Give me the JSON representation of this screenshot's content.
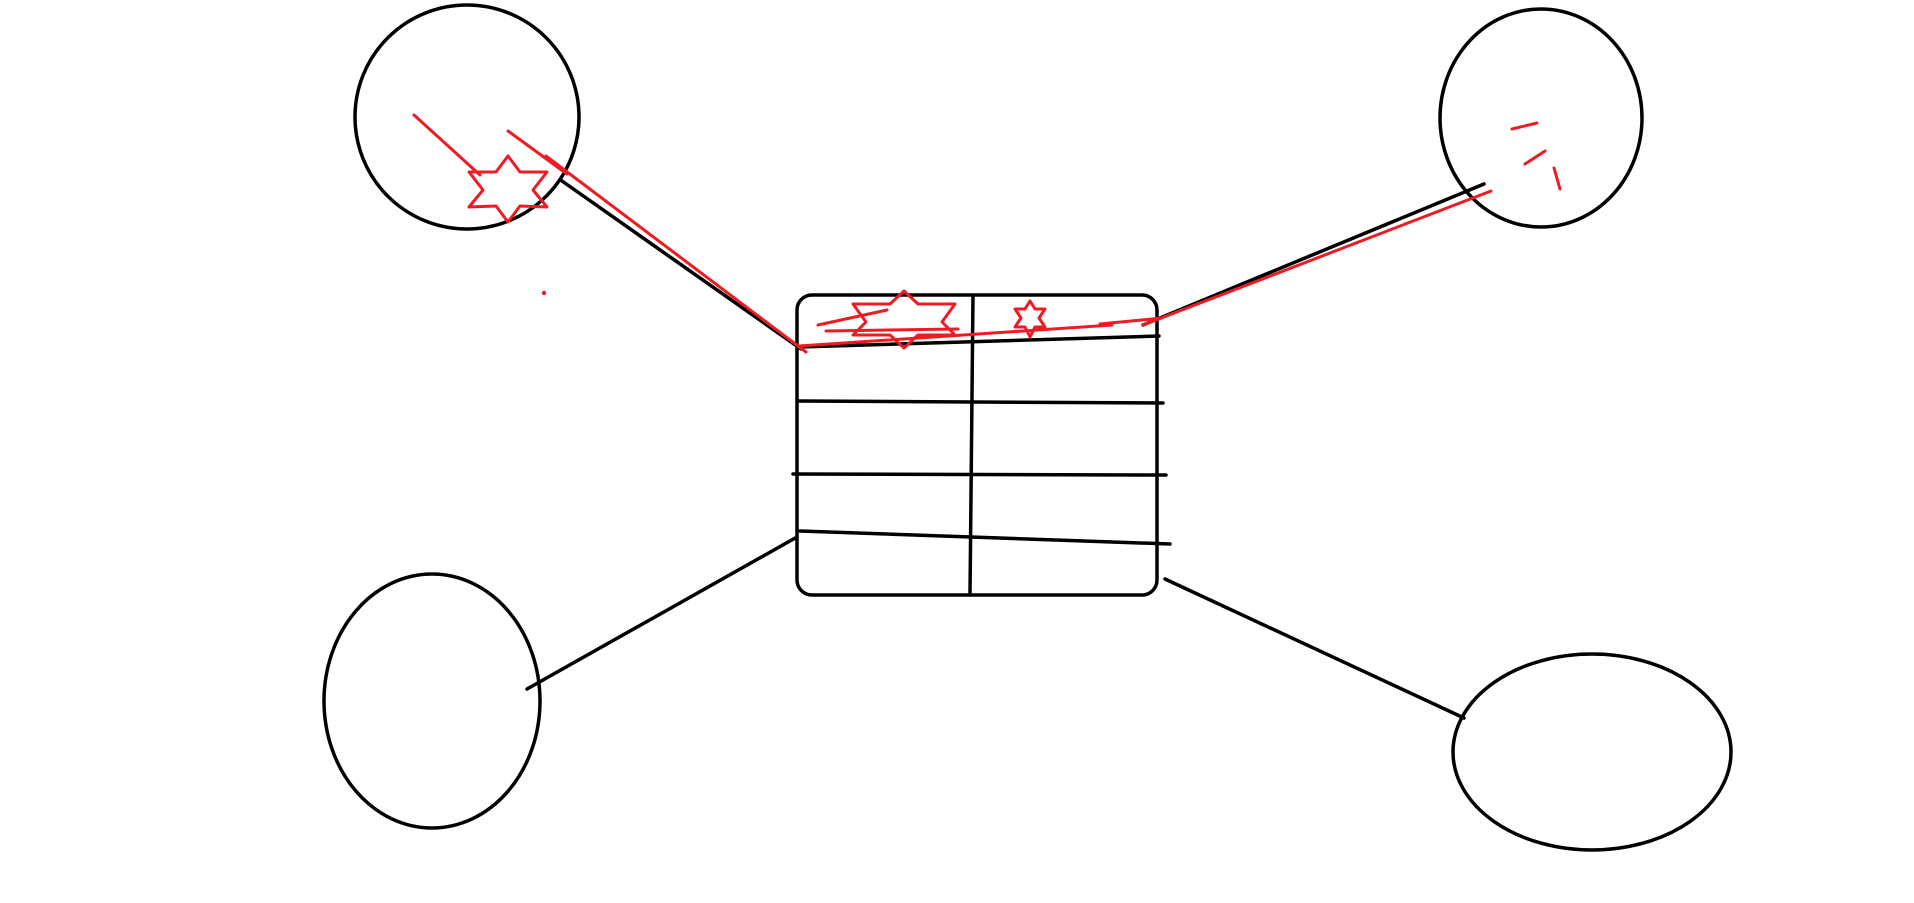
{
  "diagram": {
    "kind": "hand-drawn sketch",
    "colors": {
      "background": "#ffffff",
      "primary_ink": "#000000",
      "annotation_ink": "#ed1c24"
    },
    "central_table": {
      "columns": 2,
      "rows": 5,
      "corner_style": "rounded"
    },
    "satellites": [
      {
        "id": "top-left",
        "shape": "circle",
        "connected": true,
        "red_marks": "star-icon"
      },
      {
        "id": "top-right",
        "shape": "circle",
        "connected": true,
        "red_marks": "dash-strokes"
      },
      {
        "id": "bottom-left",
        "shape": "ellipse",
        "connected": true,
        "red_marks": "none"
      },
      {
        "id": "bottom-right",
        "shape": "ellipse",
        "connected": true,
        "red_marks": "none"
      }
    ],
    "header_marks": [
      "star-icon",
      "star-icon"
    ]
  }
}
